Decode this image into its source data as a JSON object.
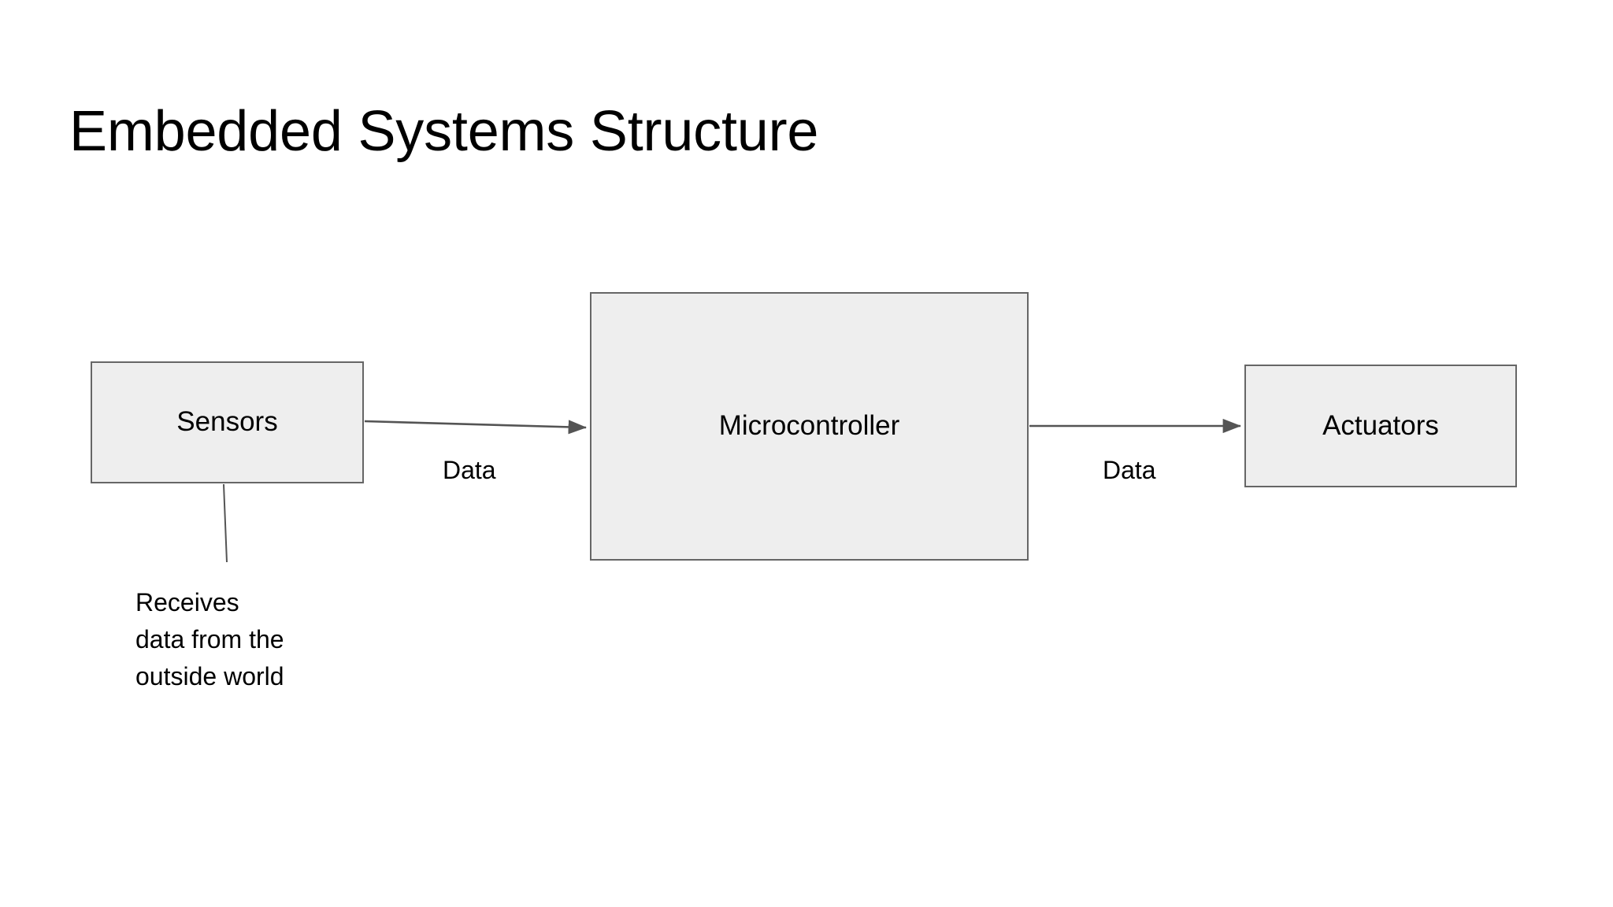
{
  "slide": {
    "title": "Embedded Systems Structure",
    "background_color": "#ffffff"
  },
  "diagram": {
    "type": "flowchart",
    "orientation": "left-to-right",
    "node_fill_color": "#eeeeee",
    "node_border_color": "#666666",
    "connector_color": "#545454",
    "text_color": "#000000",
    "nodes": [
      {
        "id": "sensors",
        "label": "Sensors"
      },
      {
        "id": "microcontroller",
        "label": "Microcontroller"
      },
      {
        "id": "actuators",
        "label": "Actuators"
      }
    ],
    "edges": [
      {
        "id": "sensors-to-mcu",
        "from": "sensors",
        "to": "microcontroller",
        "label": "Data",
        "arrowhead": "end"
      },
      {
        "id": "mcu-to-actuators",
        "from": "microcontroller",
        "to": "actuators",
        "label": "Data",
        "arrowhead": "end"
      }
    ],
    "annotations": [
      {
        "id": "sensors-note",
        "attached_to": "sensors",
        "lines": [
          "Receives",
          "data from the",
          "outside world"
        ]
      }
    ]
  }
}
